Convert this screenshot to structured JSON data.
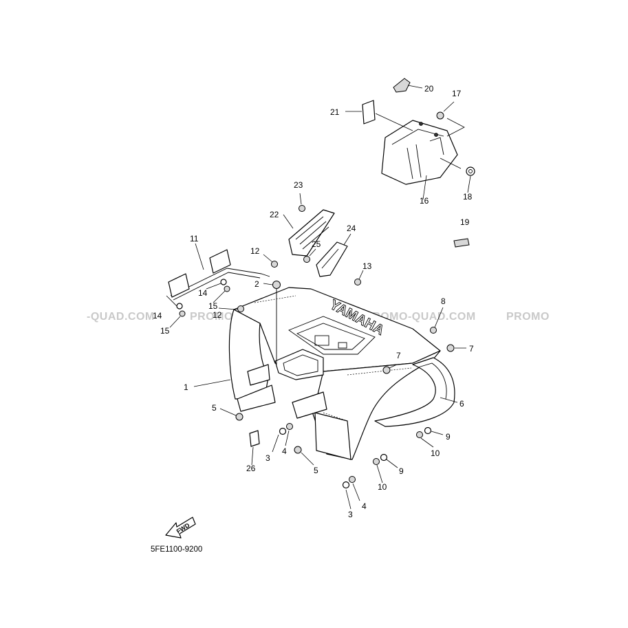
{
  "diagram": {
    "code": "5FE1100-9200",
    "fwd_label": "FWD",
    "watermark_segments": [
      "-QUAD.COM",
      "PROMO-QUAD.COM",
      "PROMO-QUAD.COM",
      "PROMO"
    ],
    "brand_text": "YAMAHA",
    "labels": {
      "p1": "1",
      "p2": "2",
      "p3a": "3",
      "p3b": "3",
      "p4a": "4",
      "p4b": "4",
      "p5a": "5",
      "p5b": "5",
      "p6": "6",
      "p7a": "7",
      "p7b": "7",
      "p8": "8",
      "p9a": "9",
      "p9b": "9",
      "p10a": "10",
      "p10b": "10",
      "p11": "11",
      "p12a": "12",
      "p12b": "12",
      "p13": "13",
      "p14a": "14",
      "p14b": "14",
      "p15a": "15",
      "p15b": "15",
      "p16": "16",
      "p17": "17",
      "p18": "18",
      "p19": "19",
      "p20": "20",
      "p21": "21",
      "p22": "22",
      "p23": "23",
      "p24": "24",
      "p25": "25",
      "p26": "26"
    }
  }
}
